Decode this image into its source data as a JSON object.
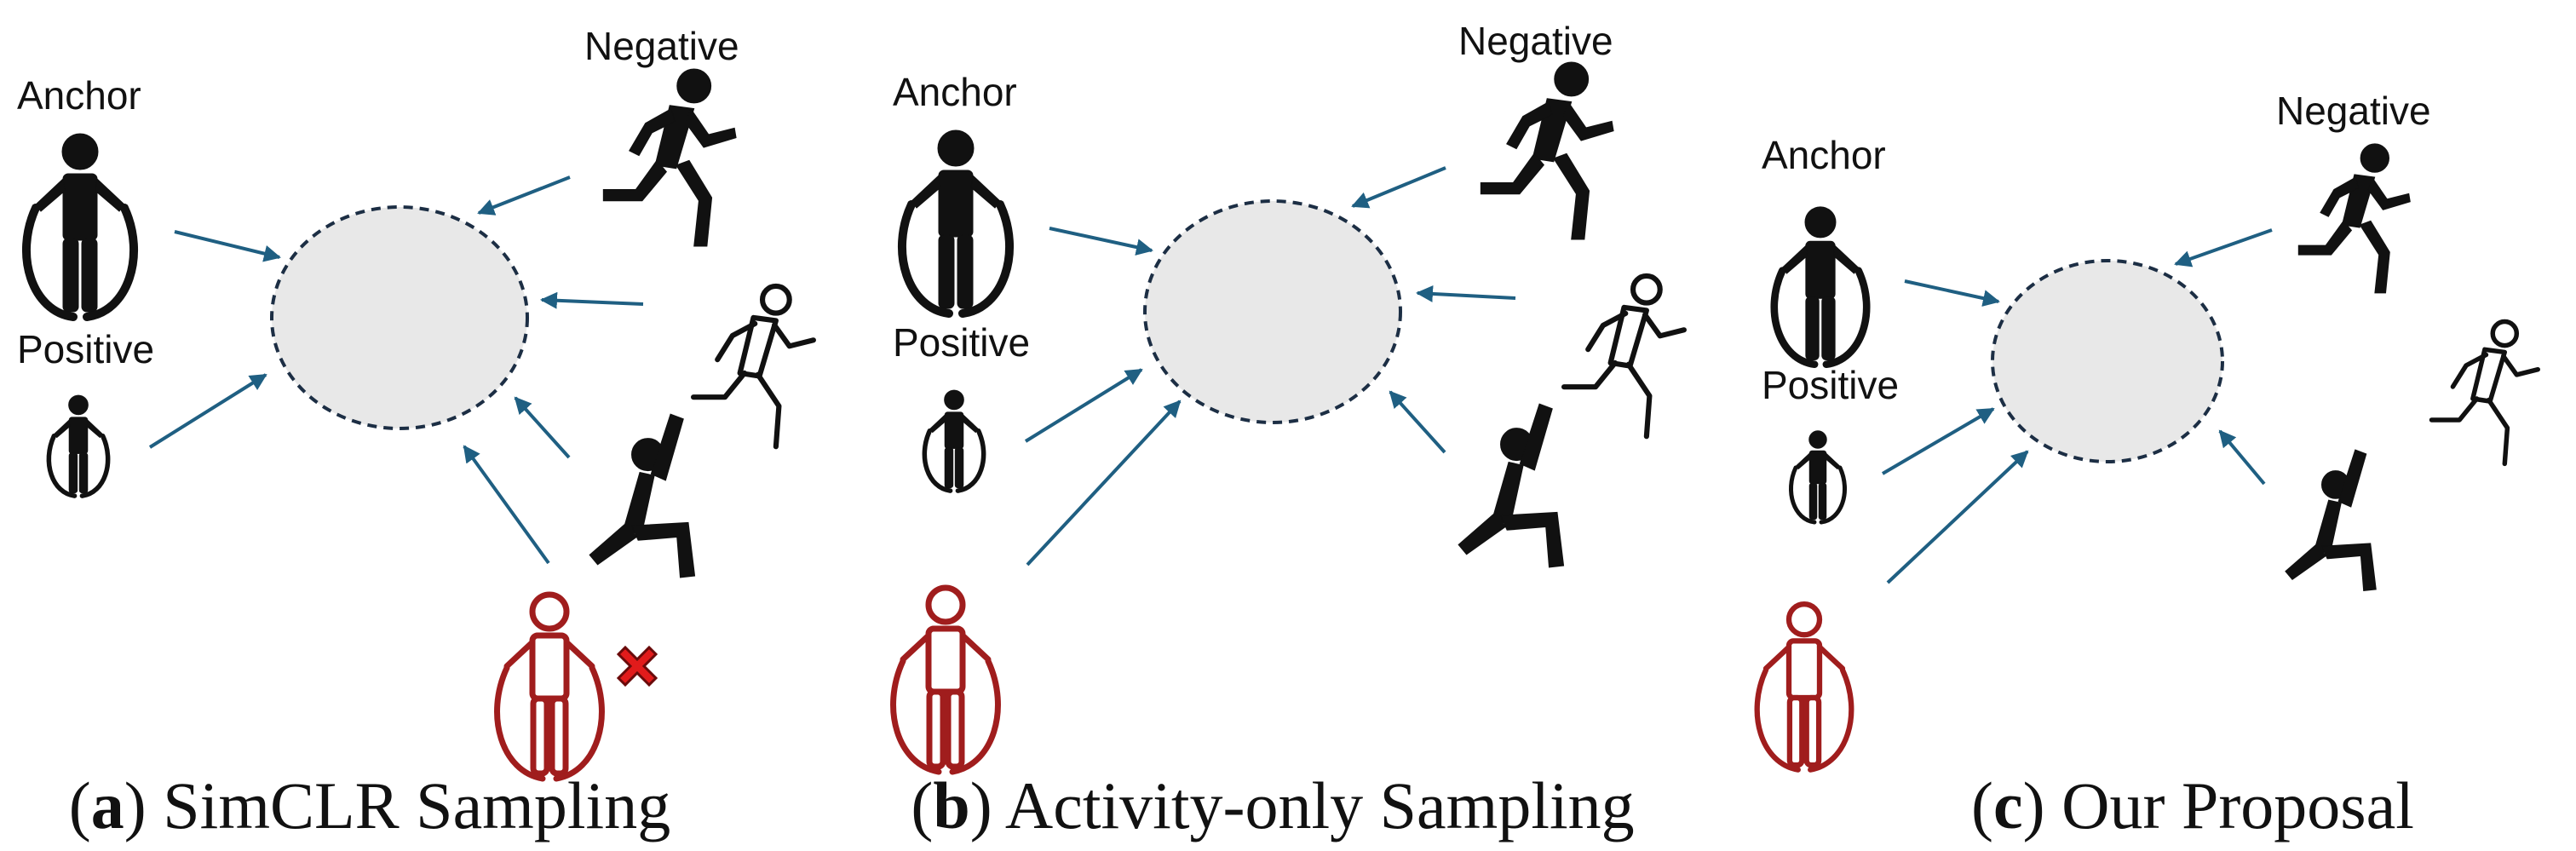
{
  "labels": {
    "anchor": "Anchor",
    "positive": "Positive",
    "negative": "Negative"
  },
  "captions": {
    "a": {
      "letter": "a",
      "text": "SimCLR Sampling"
    },
    "b": {
      "letter": "b",
      "text": "Activity-only Sampling"
    },
    "c": {
      "letter": "c",
      "text": "Our Proposal"
    }
  },
  "icons": {
    "anchor": "jump-rope-person-icon",
    "positive": "jump-rope-person-icon",
    "negative_solid": "running-person-icon",
    "negative_outline": "running-person-outline-icon",
    "negative_stretch": "lunge-stretch-person-icon",
    "red": "jump-rope-person-outline-icon",
    "excluded": "cross-mark-icon"
  },
  "colors": {
    "arrow": "#1f5f82",
    "red_icon": "#a01d1d",
    "cross": "#e11b1b",
    "embedding_fill": "#e8e8e8"
  }
}
